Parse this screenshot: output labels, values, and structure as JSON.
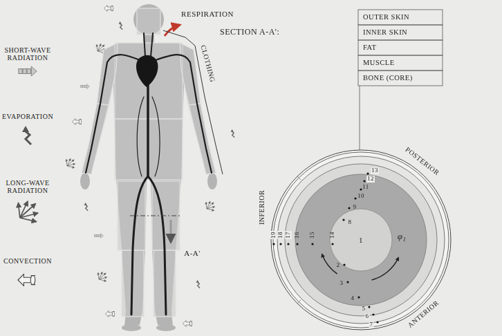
{
  "diagram": {
    "labels": [
      "RESPIRATION",
      "CLOTHING",
      "A-A'",
      "SECTION A-A':",
      "OUTER SKIN",
      "INNER SKIN",
      "FAT",
      "MUSCLE",
      "BONE (CORE)",
      "POSTERIOR",
      "INFERIOR",
      "ANTERIOR",
      "φ₁",
      "1",
      "2",
      "3",
      "4",
      "5",
      "6",
      "7",
      "8",
      "9",
      "10",
      "11",
      "12",
      "13",
      "14",
      "15",
      "16",
      "17",
      "18",
      "19"
    ],
    "legend": [
      {
        "text": "SHORT-WAVE RADIATION"
      },
      {
        "text": "EVAPORATION"
      },
      {
        "text": "LONG-WAVE RADIATION"
      },
      {
        "text": "CONVECTION"
      }
    ]
  }
}
